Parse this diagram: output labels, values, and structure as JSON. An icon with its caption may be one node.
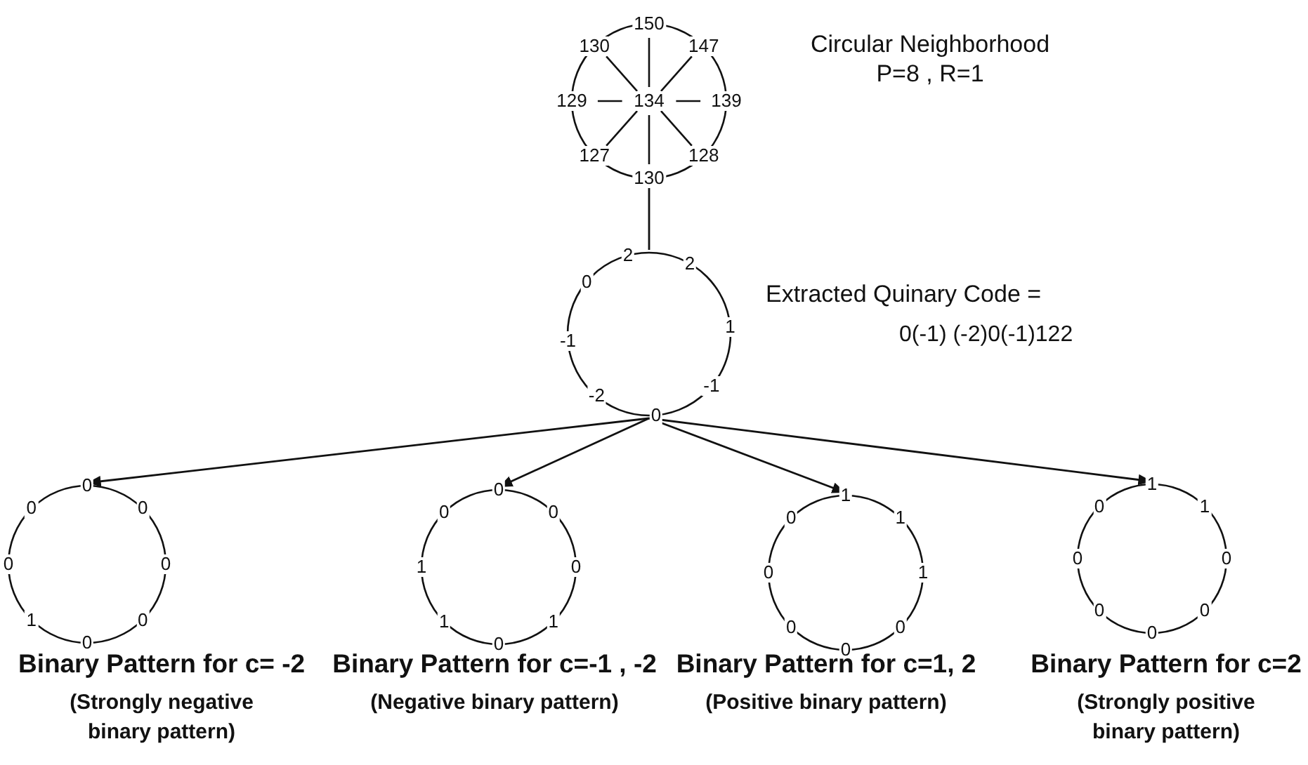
{
  "diagram": {
    "nodes": [
      {
        "text": [
          "150",
          "147",
          "139",
          "128",
          "130",
          "127",
          "129",
          "130",
          "134"
        ],
        "beside": [
          "Circular Neighborhood",
          "P=8 , R=1"
        ]
      },
      {
        "text": [
          "2",
          "2",
          "1",
          "-1",
          "0",
          "-2",
          "-1",
          "0"
        ],
        "beside": [
          "Extracted Quinary Code =",
          "0(-1) (-2)0(-1)122"
        ]
      },
      {
        "text": [
          "0",
          "0",
          "0",
          "0",
          "0",
          "1",
          "0",
          "0"
        ],
        "beside": [
          "Binary Pattern for c= -2",
          "(Strongly negative binary pattern)"
        ]
      },
      {
        "text": [
          "0",
          "0",
          "0",
          "1",
          "0",
          "1",
          "1",
          "0"
        ],
        "beside": [
          "Binary Pattern for c=-1 , -2",
          "(Negative binary pattern)"
        ]
      },
      {
        "text": [
          "1",
          "1",
          "1",
          "0",
          "0",
          "0",
          "0",
          "0"
        ],
        "beside": [
          "Binary Pattern for c=1, 2",
          "(Positive binary pattern)"
        ]
      },
      {
        "text": [
          "1",
          "1",
          "0",
          "0",
          "0",
          "0",
          "0",
          "0"
        ],
        "beside": [
          "Binary Pattern for c=2",
          "(Strongly positive binary pattern)"
        ]
      }
    ],
    "edges": [
      {
        "from": 0,
        "to": 1,
        "arrow": "none"
      },
      {
        "from": 1,
        "to": 2,
        "arrow": "to"
      },
      {
        "from": 1,
        "to": 3,
        "arrow": "to"
      },
      {
        "from": 1,
        "to": 4,
        "arrow": "to"
      },
      {
        "from": 1,
        "to": 5,
        "arrow": "to"
      }
    ]
  }
}
